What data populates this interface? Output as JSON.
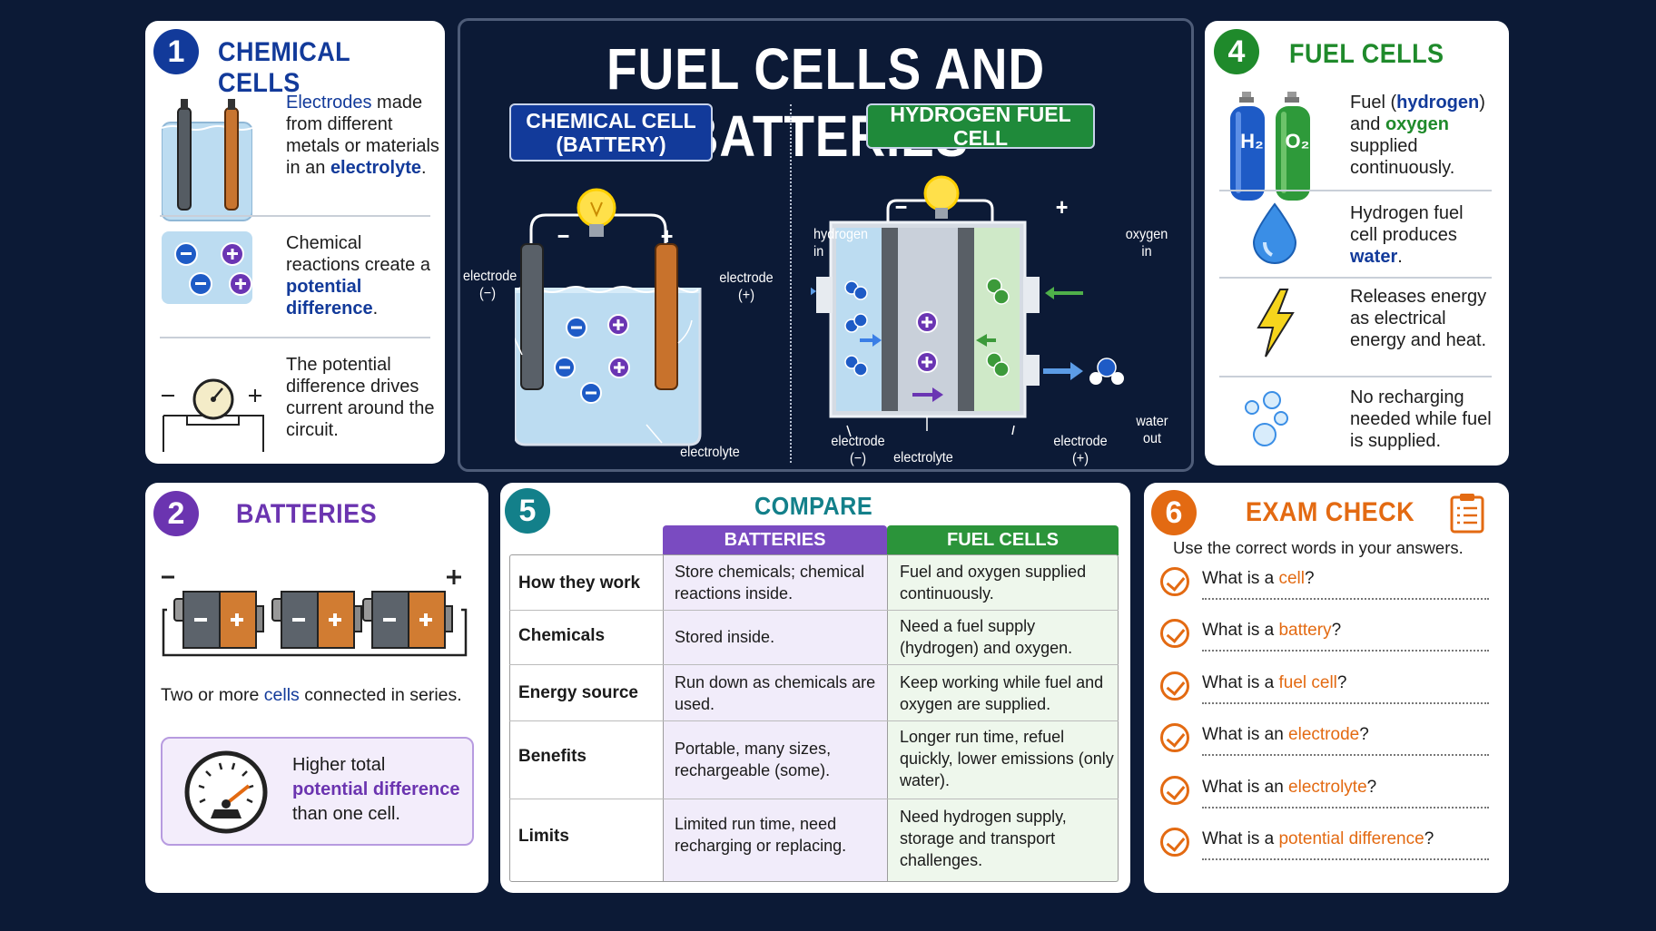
{
  "title": "FUEL CELLS AND BATTERIES",
  "colors": {
    "bg": "#0c1a36",
    "blue": "#123a9a",
    "green": "#1f8a2b",
    "purple": "#6b34b0",
    "teal": "#13808a",
    "orange": "#e36a12"
  },
  "chemical_cells": {
    "num": "1",
    "title": "CHEMICAL CELLS",
    "item1": {
      "hl1": "Electrodes",
      "t1": " made from different metals or materials in an ",
      "hl2": "electrolyte",
      "t2": "."
    },
    "item2": {
      "t1": "Chemical reactions create a ",
      "hl1": "potential difference",
      "t2": "."
    },
    "item3": {
      "t1": "The potential difference drives current around the circuit."
    }
  },
  "batteries": {
    "num": "2",
    "title": "BATTERIES",
    "line": {
      "t1": "Two or more ",
      "hl": "cells",
      "t2": " connected in series."
    },
    "box": {
      "t1": "Higher total",
      "hl": "potential difference",
      "t2": "than one cell."
    }
  },
  "diagram": {
    "battery_tag": "CHEMICAL CELL (BATTERY)",
    "fuel_tag": "HYDROGEN FUEL CELL",
    "electrode_neg": "electrode (−)",
    "electrode_pos": "electrode (+)",
    "electrolyte": "electrolyte",
    "hydrogen_in": "hydrogen in",
    "oxygen_in": "oxygen in",
    "water_out": "water out",
    "fc_electrode_neg": "electrode (−)",
    "fc_electrolyte": "electrolyte",
    "fc_electrode_pos": "electrode (+)",
    "minus": "−",
    "plus": "+"
  },
  "fuel_cells": {
    "num": "4",
    "title": "FUEL CELLS",
    "h2": "H₂",
    "o2": "O₂",
    "item1": {
      "t1": "Fuel (",
      "hl1": "hydrogen",
      "t2": ") and ",
      "hl2": "oxygen",
      "t3": " supplied continuously."
    },
    "item2": {
      "t1": "Hydrogen fuel cell produces ",
      "hl": "water",
      "t2": "."
    },
    "item3": {
      "t1": "Releases energy as electrical energy and heat."
    },
    "item4": {
      "t1": "No recharging needed while fuel is supplied."
    }
  },
  "compare": {
    "num": "5",
    "title": "COMPARE",
    "col_batteries": "BATTERIES",
    "col_fuel": "FUEL CELLS",
    "rows": [
      {
        "h": "How they work",
        "b": "Store chemicals; chemical reactions inside.",
        "f": "Fuel and oxygen supplied continuously."
      },
      {
        "h": "Chemicals",
        "b": "Stored inside.",
        "f": "Need a fuel supply (hydrogen) and oxygen."
      },
      {
        "h": "Energy source",
        "b": "Run down as chemicals are used.",
        "f": "Keep working while fuel and oxygen are supplied."
      },
      {
        "h": "Benefits",
        "b": "Portable, many sizes, rechargeable (some).",
        "f": "Longer run time, refuel quickly, lower emissions (only water)."
      },
      {
        "h": "Limits",
        "b": "Limited run time, need recharging or replacing.",
        "f": "Need hydrogen supply, storage and transport challenges."
      }
    ]
  },
  "exam": {
    "num": "6",
    "title": "EXAM CHECK",
    "subtitle": "Use the correct words in your answers.",
    "questions": [
      {
        "pre": "What is a ",
        "hl": "cell",
        "post": "?"
      },
      {
        "pre": "What is a ",
        "hl": "battery",
        "post": "?"
      },
      {
        "pre": "What is a ",
        "hl": "fuel cell",
        "post": "?"
      },
      {
        "pre": "What is an ",
        "hl": "electrode",
        "post": "?"
      },
      {
        "pre": "What is an ",
        "hl": "electrolyte",
        "post": "?"
      },
      {
        "pre": "What is a ",
        "hl": "potential difference",
        "post": "?"
      }
    ]
  }
}
